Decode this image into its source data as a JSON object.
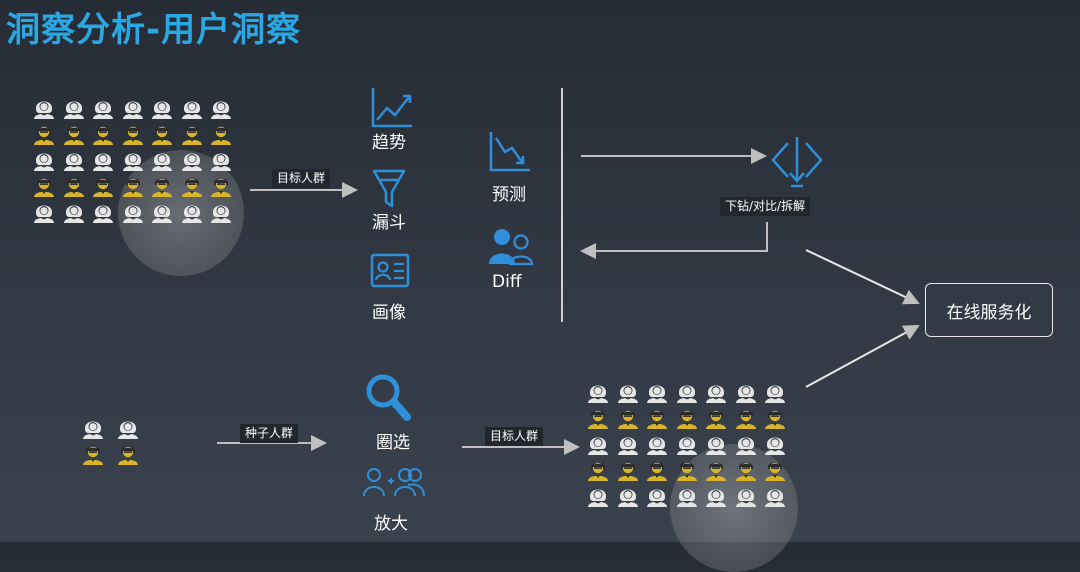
{
  "title": "洞察分析-用户洞察",
  "top_grid": {
    "rows": [
      "white",
      "yellow",
      "white",
      "yellow",
      "white"
    ],
    "highlight_label": "目标人群"
  },
  "seed_grid": {
    "rows": [
      "white",
      "yellow"
    ]
  },
  "bottom_grid": {
    "rows": [
      "white",
      "yellow",
      "white",
      "yellow",
      "white"
    ]
  },
  "tags": {
    "target_group_top": "目标人群",
    "seed_group": "种子人群",
    "target_group_bottom": "目标人群",
    "drill": "下钻/对比/拆解"
  },
  "analysis_tools": [
    {
      "icon": "trend-chart-icon",
      "label": "趋势"
    },
    {
      "icon": "funnel-icon",
      "label": "漏斗"
    },
    {
      "icon": "profile-card-icon",
      "label": "画像"
    }
  ],
  "prediction_tools": [
    {
      "icon": "decline-chart-icon",
      "label": "预测"
    },
    {
      "icon": "users-compare-icon",
      "label": "Diff"
    }
  ],
  "expansion_tools": [
    {
      "icon": "magnifier-icon",
      "label": "圈选"
    },
    {
      "icon": "user-plus-group-icon",
      "label": "放大"
    }
  ],
  "drill_icon": "drill-down-diamond-icon",
  "service_box": "在线服务化",
  "colors": {
    "title": "#29a8e3",
    "icon_blue": "#2f8fd8",
    "person_white": "#e6e6e6",
    "person_yellow": "#d8b42a",
    "arrow": "#bfbfbf"
  }
}
